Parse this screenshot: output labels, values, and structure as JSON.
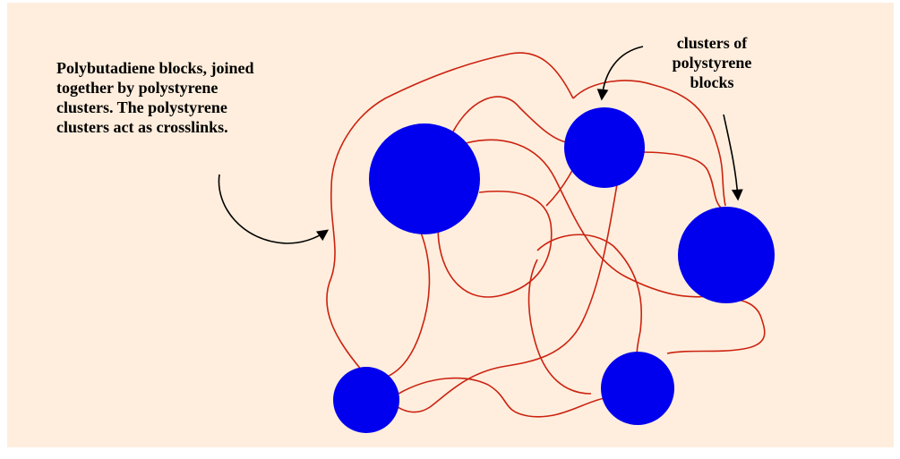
{
  "colors": {
    "background": "#ffeedd",
    "chain": "#cc2211",
    "cluster": "#0000ee",
    "text": "#000000"
  },
  "captions": {
    "left": [
      "Polybutadiene blocks, joined",
      "together by polystyrene",
      "clusters.  The polystyrene",
      "clusters act as crosslinks."
    ],
    "top": [
      "clusters of",
      "polystyrene",
      "blocks"
    ]
  }
}
